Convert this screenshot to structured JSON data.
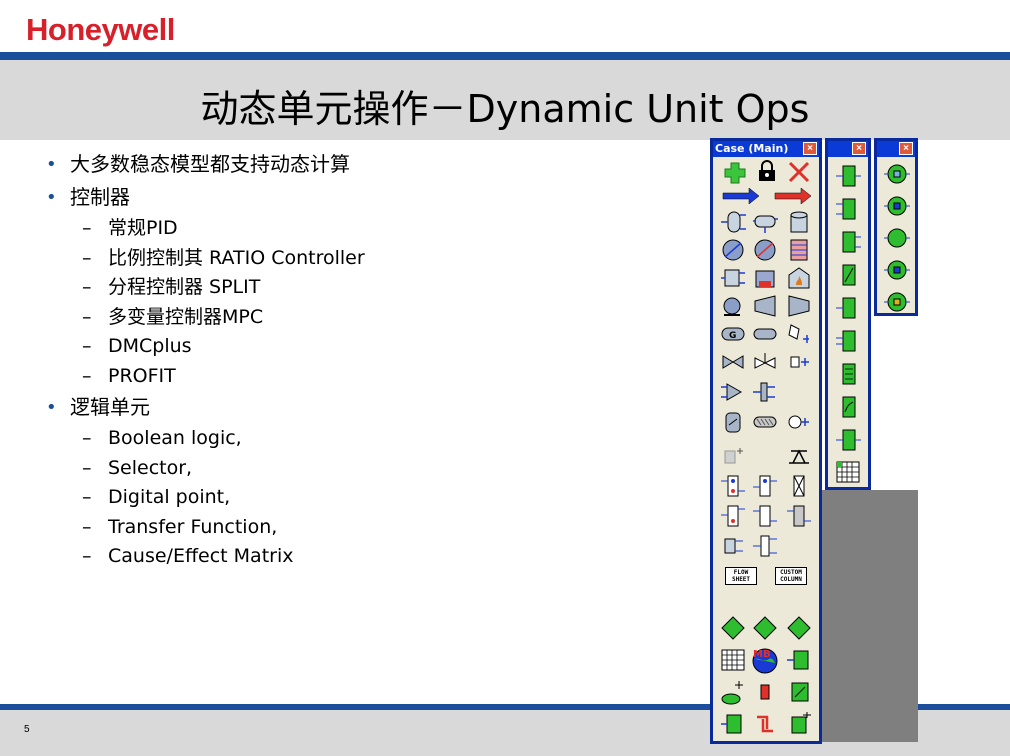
{
  "header": {
    "logo_text": "Honeywell",
    "title": "动态单元操作－Dynamic Unit Ops"
  },
  "content": {
    "sections": [
      {
        "text": "大多数稳态模型都支持动态计算",
        "children": []
      },
      {
        "text": "控制器",
        "children": [
          "常规PID",
          "比例控制其 RATIO Controller",
          "分程控制器 SPLIT",
          "多变量控制器MPC",
          "DMCplus",
          "PROFIT"
        ]
      },
      {
        "text": "逻辑单元",
        "children": [
          "Boolean logic,",
          "Selector,",
          "Digital point,",
          "Transfer Function,",
          "Cause/Effect Matrix"
        ]
      }
    ]
  },
  "palettes": {
    "main": {
      "title": "Case (Main)",
      "close": "×",
      "mb_label": "MB",
      "flow_sheet_label": "FLOW SHEET",
      "custom_column_label": "CUSTOM COLUMN"
    },
    "two": {
      "close": "×"
    },
    "three": {
      "close": "×"
    }
  },
  "footer": {
    "page_number": "5"
  },
  "colors": {
    "brand_red": "#d8202a",
    "rule_blue": "#1b4f9c",
    "band_gray": "#d9d9d9",
    "palette_blue": "#0a3bd6"
  }
}
